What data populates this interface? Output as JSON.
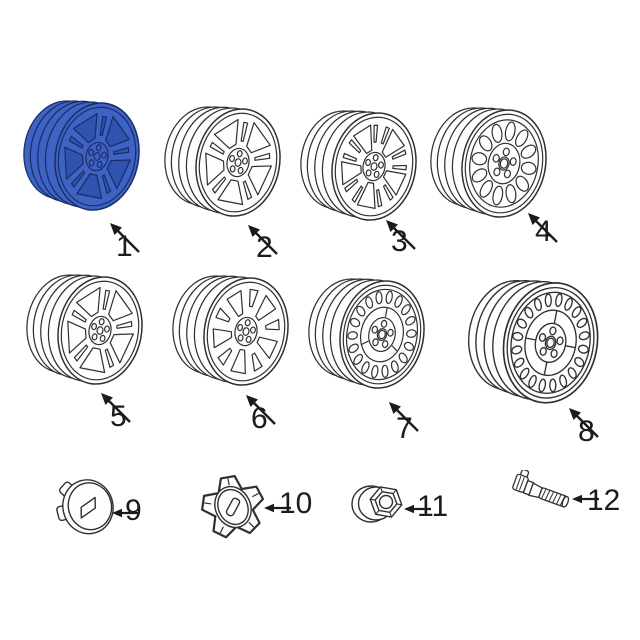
{
  "diagram": {
    "highlight_color": "#3E63C4",
    "line_color": "#303030",
    "items": [
      {
        "label": "1",
        "type": "alloy-split-5-spoke",
        "highlighted": true
      },
      {
        "label": "2",
        "type": "alloy-split-5-spoke",
        "highlighted": false
      },
      {
        "label": "3",
        "type": "alloy-5-spoke",
        "highlighted": false
      },
      {
        "label": "4",
        "type": "steel-12-hole",
        "highlighted": false
      },
      {
        "label": "5",
        "type": "alloy-split-5-spoke",
        "highlighted": false
      },
      {
        "label": "6",
        "type": "alloy-y-spoke",
        "highlighted": false
      },
      {
        "label": "7",
        "type": "steel-18-hole",
        "highlighted": false
      },
      {
        "label": "8",
        "type": "steel-20-hole",
        "highlighted": false
      },
      {
        "label": "9",
        "type": "center-cap-round",
        "highlighted": false
      },
      {
        "label": "10",
        "type": "center-cap-star",
        "highlighted": false
      },
      {
        "label": "11",
        "type": "wheel-nut",
        "highlighted": false
      },
      {
        "label": "12",
        "type": "valve-stem",
        "highlighted": false
      }
    ]
  }
}
